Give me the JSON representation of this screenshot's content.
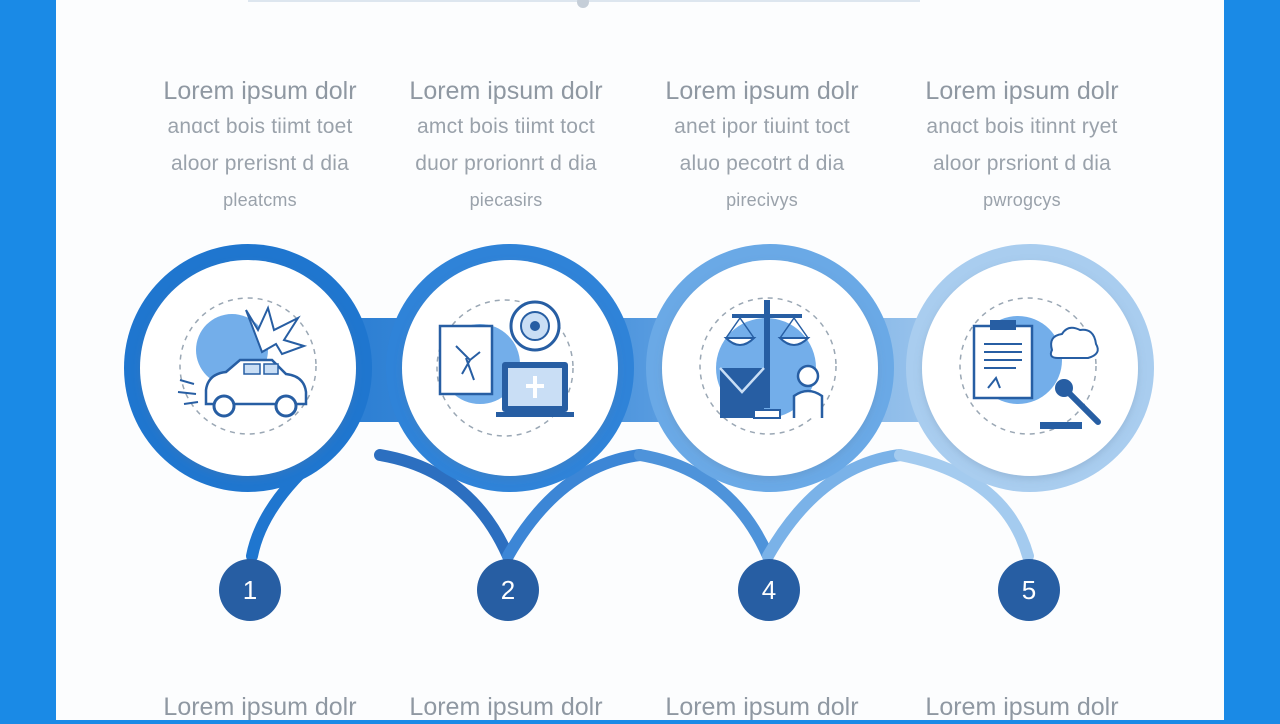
{
  "colors": {
    "frame": "#1a8ae6",
    "panel": "#fcfdfe",
    "step_rings": [
      "#1f76cf",
      "#2f83d8",
      "#6aa9e6",
      "#a9cdef"
    ],
    "badge": "#275ea3",
    "text": "#9aa2ab"
  },
  "steps": [
    {
      "title": "Lorem ipsum dolr",
      "lines": [
        "anɑct  bois  tiimt  toet",
        "aloor prerisnt  d  dia",
        "pleatcms"
      ],
      "number": "1",
      "icon": "car-accident-icon",
      "bottom_title": "Lorem ipsum dolr"
    },
    {
      "title": "Lorem ipsum dolr",
      "lines": [
        "amct  bois  tiimt  toct",
        "duor prorionrt  d  dia",
        "piecasirs"
      ],
      "number": "2",
      "icon": "cyber-crime-icon",
      "bottom_title": "Lorem ipsum dolr"
    },
    {
      "title": "Lorem ipsum dolr",
      "lines": [
        "anet  ipor  tiuint  toct",
        "aluo  pecotrt  d  dia",
        "pirecivys"
      ],
      "number": "4",
      "icon": "justice-scales-icon",
      "bottom_title": "Lorem ipsum dolr"
    },
    {
      "title": "Lorem ipsum dolr",
      "lines": [
        "anɑct  bois  itinnt  ryet",
        "aloor prsriont  d  dia",
        "pwrogcys"
      ],
      "number": "5",
      "icon": "legal-document-gavel-icon",
      "bottom_title": "Lorem ipsum dolr"
    }
  ]
}
